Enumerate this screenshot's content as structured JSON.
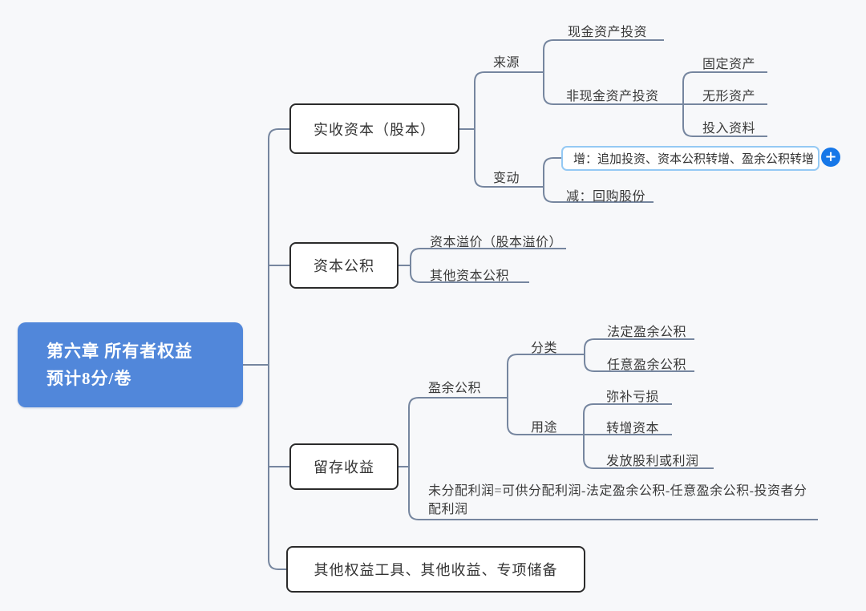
{
  "app": {
    "kind": "mindmap"
  },
  "colors": {
    "background": "#f7f8fa",
    "root_fill": "#5187da",
    "root_text": "#ffffff",
    "connector_line": "#76869f",
    "topic_border": "#2b2b2b",
    "text": "#383838",
    "highlight_border": "#94c9f4",
    "add_button": "#1677e8"
  },
  "icons": {
    "add": "+"
  },
  "mindmap": {
    "root": {
      "title": "第六章  所有者权益",
      "subtitle": "预计8分/卷"
    },
    "paid_in_capital": {
      "label": "实收资本（股本）",
      "source": {
        "label": "来源",
        "cash": "现金资产投资",
        "noncash": {
          "label": "非现金资产投资",
          "items": [
            "固定资产",
            "无形资产",
            "投入资料"
          ]
        }
      },
      "changes": {
        "label": "变动",
        "increase": "增：追加投资、资本公积转增、盈余公积转增",
        "decrease": "减：回购股份"
      }
    },
    "capital_reserve": {
      "label": "资本公积",
      "items": [
        "资本溢价（股本溢价）",
        "其他资本公积"
      ]
    },
    "retained_earnings": {
      "label": "留存收益",
      "surplus_reserve": {
        "label": "盈余公积",
        "category": {
          "label": "分类",
          "items": [
            "法定盈余公积",
            "任意盈余公积"
          ]
        },
        "usage": {
          "label": "用途",
          "items": [
            "弥补亏损",
            "转增资本",
            "发放股利或利润"
          ]
        }
      },
      "undistributed_profit": "未分配利润=可供分配利润-法定盈余公积-任意盈余公积-投资者分配利润"
    },
    "other_equity": {
      "label": "其他权益工具、其他收益、专项储备"
    }
  }
}
